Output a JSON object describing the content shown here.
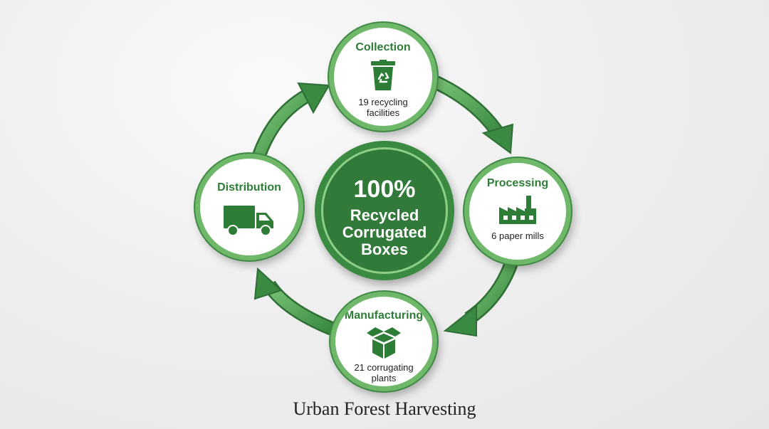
{
  "center": {
    "percent": "100%",
    "line1": "Recycled",
    "line2": "Corrugated",
    "line3": "Boxes"
  },
  "nodes": {
    "collection": {
      "title": "Collection",
      "text_line1": "19 recycling",
      "text_line2": "facilities",
      "icon": "recycling-bin-icon"
    },
    "processing": {
      "title": "Processing",
      "text_line1": "6 paper mills",
      "icon": "factory-icon"
    },
    "manufacturing": {
      "title": "Manufacturing",
      "text_line1": "21 corrugating",
      "text_line2": "plants",
      "icon": "open-box-icon"
    },
    "distribution": {
      "title": "Distribution",
      "icon": "delivery-truck-icon"
    }
  },
  "caption": "Urban Forest Harvesting",
  "colors": {
    "primary_green": "#3a8a42",
    "light_green": "#6fb86a",
    "title_green": "#2e7d37",
    "text_dark": "#1f1f1f"
  }
}
